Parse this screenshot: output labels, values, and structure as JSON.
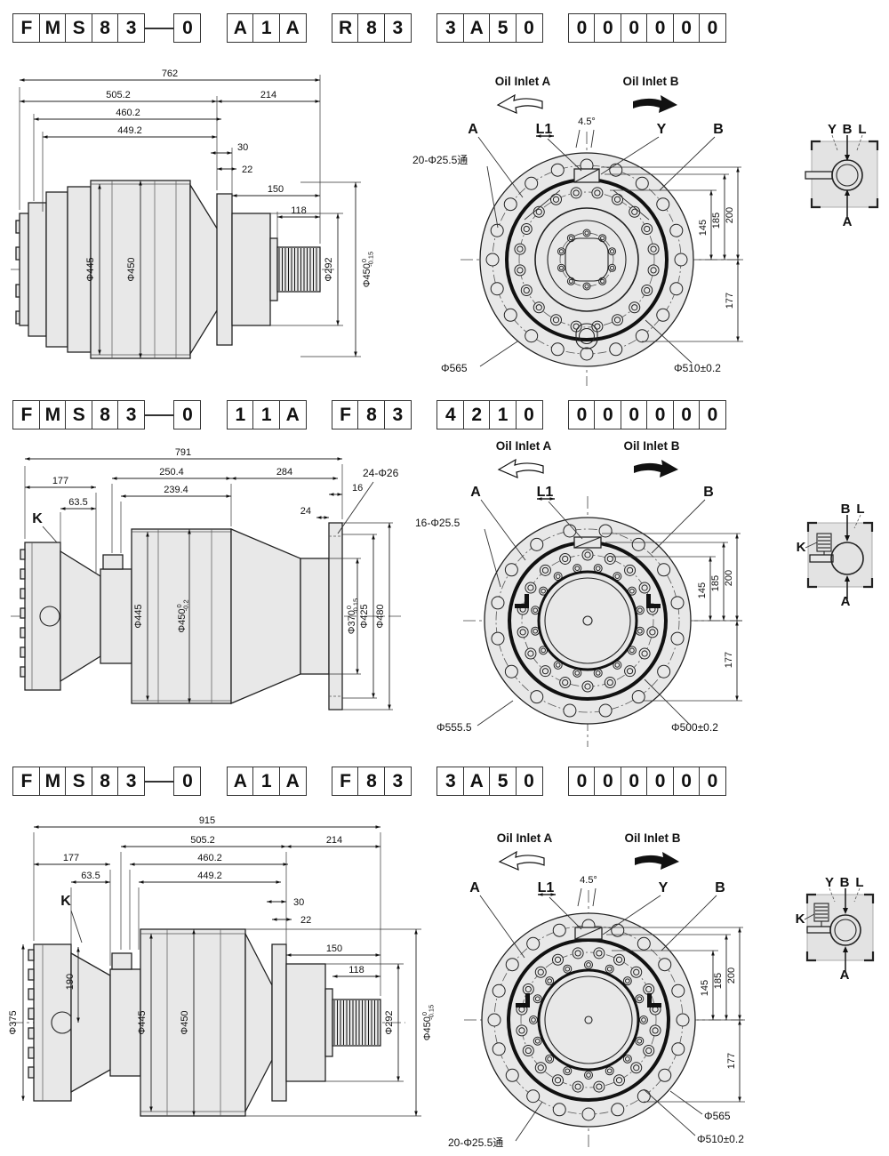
{
  "rows": [
    {
      "code": {
        "g1": [
          "F",
          "M",
          "S",
          "8",
          "3"
        ],
        "g2": [
          "0"
        ],
        "g3": [
          "A",
          "1",
          "A"
        ],
        "g4": [
          "R",
          "8",
          "3"
        ],
        "g5": [
          "3",
          "A",
          "5",
          "0"
        ],
        "g6": [
          "0",
          "0",
          "0",
          "0",
          "0",
          "0"
        ]
      },
      "side": {
        "d_total": "762",
        "d_505": "505.2",
        "d_214": "214",
        "d_460": "460.2",
        "d_449": "449.2",
        "d_30": "30",
        "d_22": "22",
        "d_150": "150",
        "d_118": "118",
        "dia_445": "Φ445",
        "dia_450": "Φ450",
        "dia_292": "Φ292",
        "dia_450_tol": {
          "main": "Φ450",
          "tol_top": "0",
          "tol_bot": "-0.15"
        }
      },
      "front": {
        "inlet_a": "Oil Inlet A",
        "inlet_b": "Oil Inlet B",
        "lbl_a": "A",
        "lbl_l1": "L1",
        "angle": "4.5°",
        "lbl_y": "Y",
        "lbl_b": "B",
        "holes": "20-Φ25.5通",
        "d_145": "145",
        "d_185": "185",
        "d_200": "200",
        "d_177": "177",
        "dia_outer": "Φ565",
        "dia_bolt": "Φ510±0.2"
      },
      "schematic": {
        "top_y": "Y",
        "top_b": "B",
        "top_l": "L",
        "bottom": "A"
      }
    },
    {
      "code": {
        "g1": [
          "F",
          "M",
          "S",
          "8",
          "3"
        ],
        "g2": [
          "0"
        ],
        "g3": [
          "1",
          "1",
          "A"
        ],
        "g4": [
          "F",
          "8",
          "3"
        ],
        "g5": [
          "4",
          "2",
          "1",
          "0"
        ],
        "g6": [
          "0",
          "0",
          "0",
          "0",
          "0",
          "0"
        ]
      },
      "side": {
        "d_total": "791",
        "d_250": "250.4",
        "d_284": "284",
        "d_239": "239.4",
        "d_177": "177",
        "d_63": "63.5",
        "lbl_k": "K",
        "d_24": "24",
        "d_16": "16",
        "holes": "24-Φ26",
        "dia_445": "Φ445",
        "dia_450_tol": {
          "main": "Φ450",
          "tol_top": "0",
          "tol_bot": "-0.2"
        },
        "dia_370_tol": {
          "main": "Φ370",
          "tol_top": "0",
          "tol_bot": "-0.15"
        },
        "dia_425": "Φ425",
        "dia_480": "Φ480"
      },
      "front": {
        "inlet_a": "Oil Inlet A",
        "inlet_b": "Oil Inlet B",
        "lbl_a": "A",
        "lbl_l1": "L1",
        "lbl_b": "B",
        "holes": "16-Φ25.5",
        "d_145": "145",
        "d_185": "185",
        "d_200": "200",
        "d_177": "177",
        "dia_outer": "Φ555.5",
        "dia_bolt": "Φ500±0.2"
      },
      "schematic": {
        "top_b": "B",
        "top_l": "L",
        "bottom": "A",
        "left_k": "K"
      }
    },
    {
      "code": {
        "g1": [
          "F",
          "M",
          "S",
          "8",
          "3"
        ],
        "g2": [
          "0"
        ],
        "g3": [
          "A",
          "1",
          "A"
        ],
        "g4": [
          "F",
          "8",
          "3"
        ],
        "g5": [
          "3",
          "A",
          "5",
          "0"
        ],
        "g6": [
          "0",
          "0",
          "0",
          "0",
          "0",
          "0"
        ]
      },
      "side": {
        "d_total": "915",
        "d_505": "505.2",
        "d_460": "460.2",
        "d_449": "449.2",
        "d_177": "177",
        "d_63": "63.5",
        "d_214": "214",
        "d_30": "30",
        "d_22": "22",
        "d_150": "150",
        "d_118": "118",
        "lbl_k": "K",
        "dia_375": "Φ375",
        "d_190": "190",
        "dia_445": "Φ445",
        "dia_450": "Φ450",
        "dia_292": "Φ292",
        "dia_450_tol": {
          "main": "Φ450",
          "tol_top": "0",
          "tol_bot": "-0.15"
        }
      },
      "front": {
        "inlet_a": "Oil Inlet A",
        "inlet_b": "Oil Inlet B",
        "lbl_a": "A",
        "lbl_l1": "L1",
        "angle": "4.5°",
        "lbl_y": "Y",
        "lbl_b": "B",
        "holes": "20-Φ25.5通",
        "d_145": "145",
        "d_185": "185",
        "d_200": "200",
        "d_177": "177",
        "dia_outer": "Φ565",
        "dia_bolt": "Φ510±0.2"
      },
      "schematic": {
        "top_y": "Y",
        "top_b": "B",
        "top_l": "L",
        "bottom": "A",
        "left_k": "K"
      }
    }
  ]
}
